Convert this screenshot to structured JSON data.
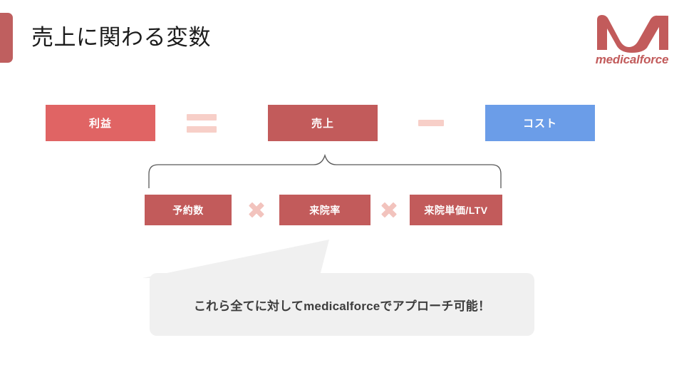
{
  "slide": {
    "title": "売上に関わる変数",
    "accent_color": "#bf5f5f",
    "background_color": "#ffffff"
  },
  "brand": {
    "logo_mark_name": "medicalforce-m-logo",
    "wordmark": "medicalforce",
    "color": "#c25b5b"
  },
  "formula": {
    "boxes": [
      {
        "label": "利益",
        "color": "#e06464"
      },
      {
        "label": "売上",
        "color": "#c25b5b"
      },
      {
        "label": "コスト",
        "color": "#6b9de8"
      }
    ],
    "operators": [
      {
        "name": "equals-sign",
        "symbol": "=",
        "color": "#f7cfc8"
      },
      {
        "name": "minus-sign",
        "symbol": "−",
        "color": "#f7cfc8"
      }
    ]
  },
  "decomposition": {
    "brace_source": "売上",
    "factors": [
      {
        "label": "予約数",
        "color": "#c25b5b"
      },
      {
        "label": "来院率",
        "color": "#c25b5b"
      },
      {
        "label": "来院単価/LTV",
        "color": "#c25b5b"
      }
    ],
    "operators": [
      {
        "name": "multiply-sign",
        "symbol": "×",
        "color": "#f2c3bd"
      },
      {
        "name": "multiply-sign",
        "symbol": "×",
        "color": "#f2c3bd"
      }
    ]
  },
  "callout": {
    "text": "これら全てに対してmedicalforceでアプローチ可能！",
    "background_color": "#f0f0f0",
    "text_color": "#3d3d3d"
  }
}
